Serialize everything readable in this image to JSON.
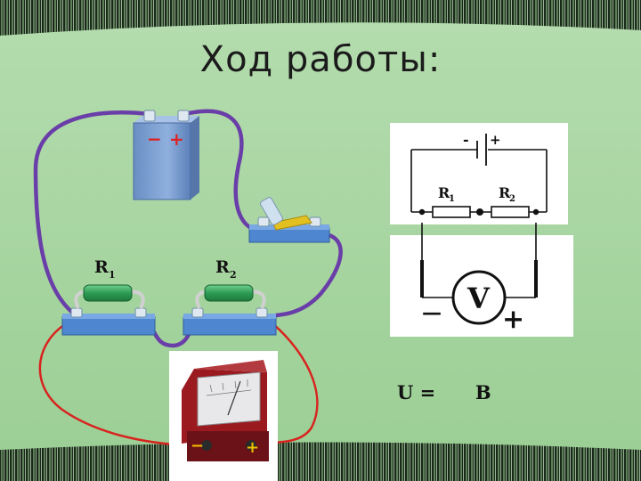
{
  "slide": {
    "title": "Ход работы:"
  },
  "photo_labels": {
    "r1": "R",
    "r1_sub": "1",
    "r2": "R",
    "r2_sub": "2",
    "battery_minus": "−",
    "battery_plus": "+",
    "meter_minus": "−",
    "meter_plus": "+"
  },
  "schematic": {
    "battery_minus": "-",
    "battery_plus": "+",
    "r1": "R",
    "r1_sub": "1",
    "r2": "R",
    "r2_sub": "2",
    "voltmeter_letter": "V",
    "voltmeter_minus": "—",
    "voltmeter_plus": "+"
  },
  "measurement": {
    "label": "U =",
    "unit": "В"
  },
  "colors": {
    "board": "#a6d4a0",
    "wire_purple": "#6a3ea8",
    "wire_red": "#d8231f",
    "battery": "#7c9fd0",
    "base": "#4f86d0",
    "resistor": "#3aa860"
  }
}
